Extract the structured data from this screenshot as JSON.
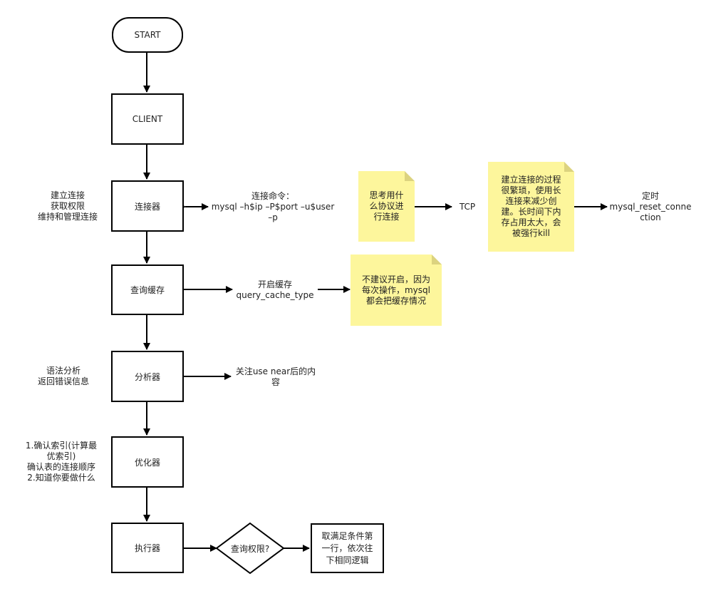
{
  "colors": {
    "node_border": "#000000",
    "note_fill": "#fdf69c",
    "text": "#222222"
  },
  "nodes": {
    "start": "START",
    "client": "CLIENT",
    "connector": "连接器",
    "query_cache": "查询缓存",
    "analyzer": "分析器",
    "optimizer": "优化器",
    "executor": "执行器",
    "permission_check": "查询权限?",
    "fetch_rows": "取满足条件第\n一行，依次往\n下相同逻辑"
  },
  "side_labels": {
    "connector": "建立连接\n获取权限\n维持和管理连接",
    "analyzer": "语法分析\n返回错误信息",
    "optimizer": "1.确认索引(计算最\n优索引)\n确认表的连接顺序\n2.知道你要做什么"
  },
  "annotations": {
    "connect_command": "连接命令：\nmysql –h$ip –P$port –u$user\n–p",
    "tcp": "TCP",
    "reset_connection": "定时\nmysql_reset_conne\nction",
    "cache_type": "开启缓存\nquery_cache_type",
    "near_content": "关注use near后的内\n容"
  },
  "notes": {
    "protocol": "思考用什\n么协议进\n行连接",
    "long_connection": "建立连接的过程\n很繁琐，使用长\n连接来减少创\n建。长时间下内\n存占用太大，会\n被强行kill",
    "cache_advice": "不建议开启，因为\n每次操作，mysql\n都会把缓存情况"
  }
}
